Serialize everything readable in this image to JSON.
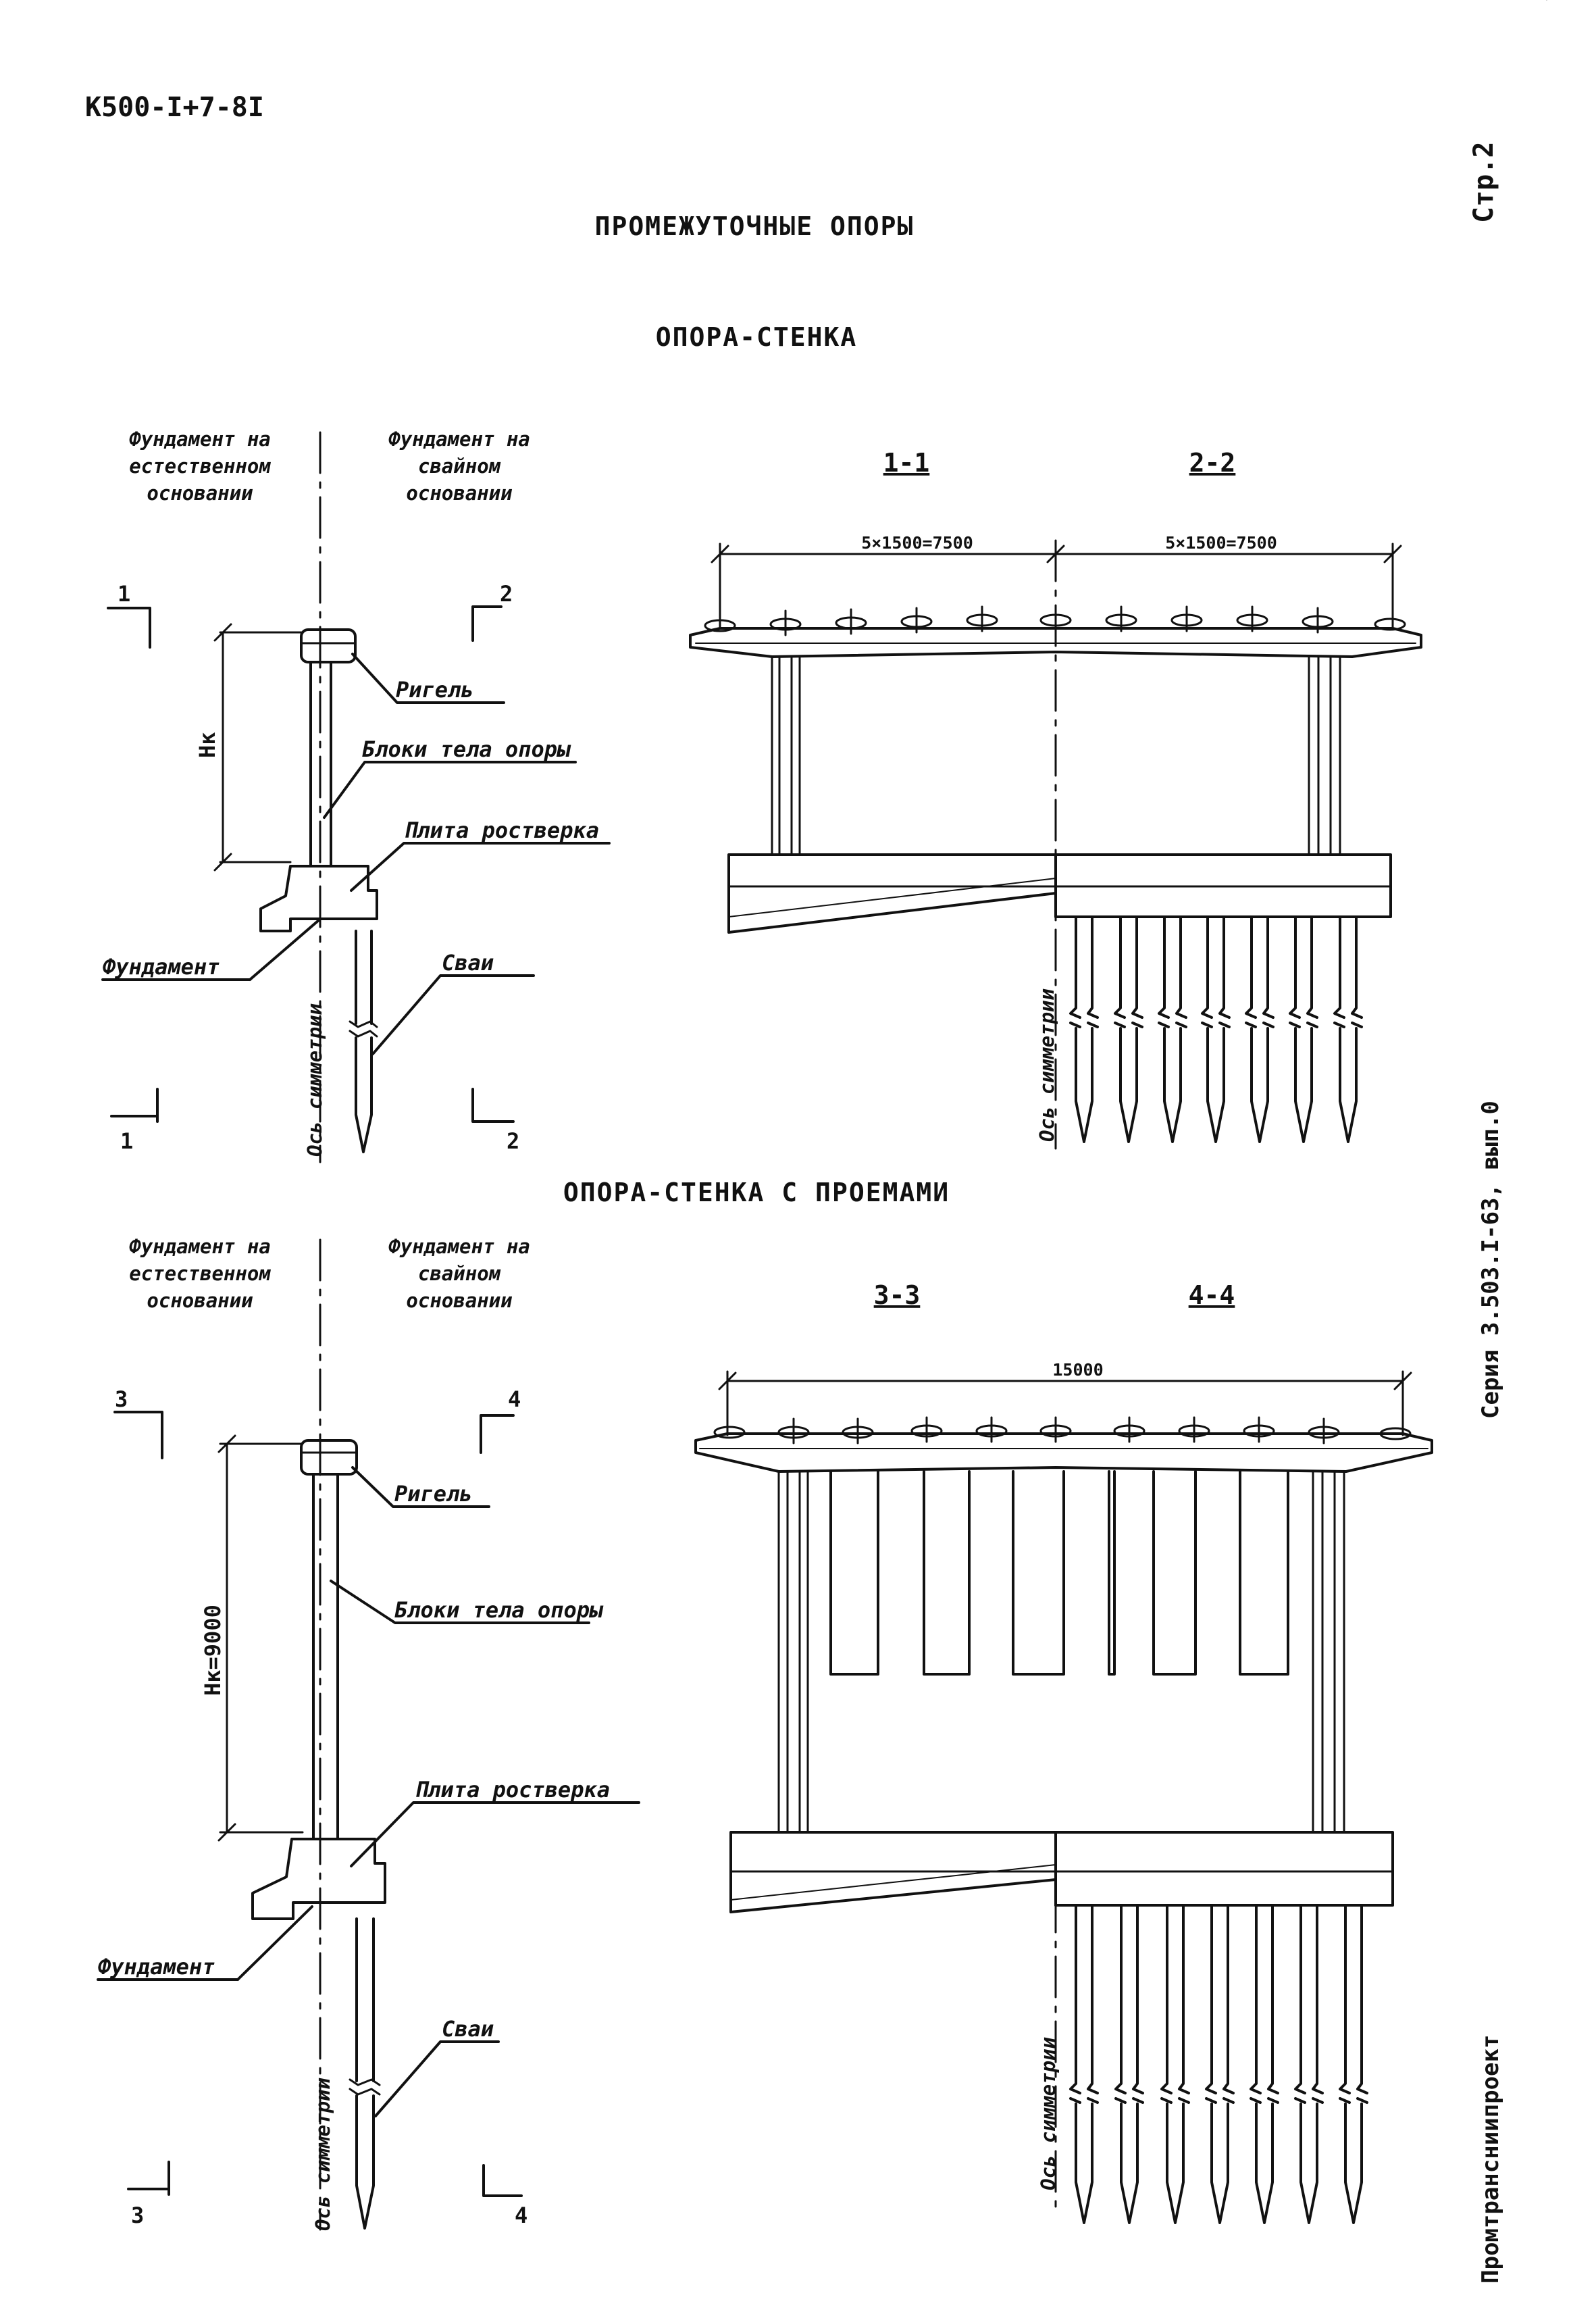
{
  "header": {
    "doc_code": "К500-I+7-8I",
    "page": "Стр.2",
    "main_title": "ПРОМЕЖУТОЧНЫЕ ОПОРЫ"
  },
  "side_stamps": {
    "series": "Серия 3.503.I-63, вып.0",
    "org": "Промтрансниипроект"
  },
  "sections": [
    {
      "title": "ОПОРА-СТЕНКА",
      "found_natural": [
        "Фундамент на",
        "естественном",
        "основании"
      ],
      "found_piles": [
        "Фундамент на",
        "свайном",
        "основании"
      ],
      "labels": {
        "rigel": "Ригель",
        "blocks": "Блоки тела опоры",
        "plita": "Плита ростверка",
        "fundament": "Фундамент",
        "svai": "Сваи",
        "axis": "Ось симметрии"
      },
      "height_dim": "Нк",
      "cut_left": "1",
      "cut_right": "2",
      "view_left": "1-1",
      "view_right": "2-2",
      "dim_left": "5×1500=7500",
      "dim_right": "5×1500=7500"
    },
    {
      "title": "ОПОРА-СТЕНКА С ПРОЕМАМИ",
      "found_natural": [
        "Фундамент на",
        "естественном",
        "основании"
      ],
      "found_piles": [
        "Фундамент на",
        "свайном",
        "основании"
      ],
      "labels": {
        "rigel": "Ригель",
        "blocks": "Блоки тела опоры",
        "plita": "Плита ростверка",
        "fundament": "Фундамент",
        "svai": "Сваи",
        "axis": "Ось симметрии"
      },
      "height_dim": "Нк=9000",
      "cut_left": "3",
      "cut_right": "4",
      "view_left": "3-3",
      "view_right": "4-4",
      "dim_total": "15000"
    }
  ]
}
